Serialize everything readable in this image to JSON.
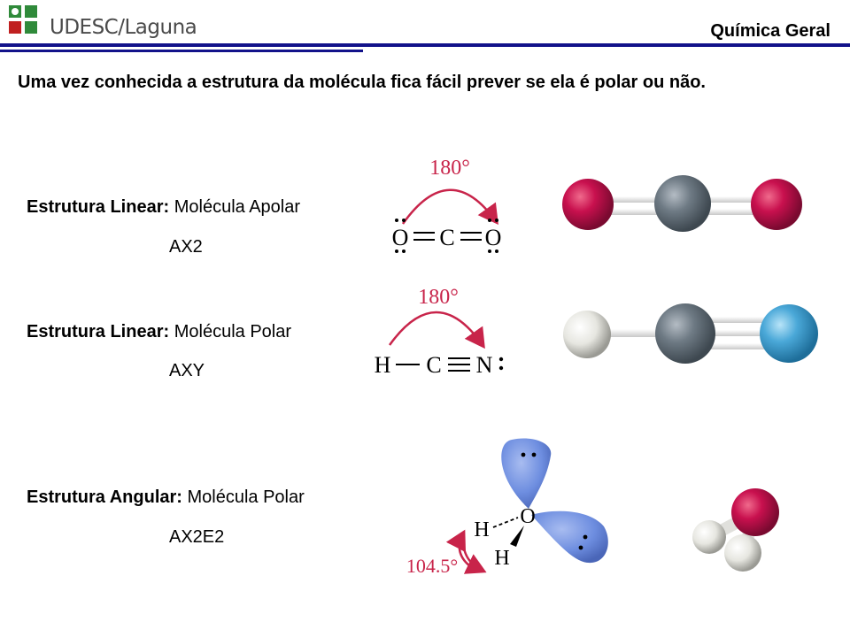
{
  "header": {
    "institution": "UDESC/Laguna",
    "course": "Química Geral"
  },
  "intro_text": "Uma vez conhecida a estrutura da molécula fica fácil prever se ela é polar ou não.",
  "structures": [
    {
      "type_label": "Estrutura Linear:",
      "description": "Molécula Apolar",
      "formula": "AX2",
      "angle": "180°",
      "atoms": [
        "O",
        "C",
        "O"
      ]
    },
    {
      "type_label": "Estrutura Linear:",
      "description": "Molécula Polar",
      "formula": "AXY",
      "angle": "180°",
      "atoms": [
        "H",
        "C",
        "N"
      ]
    },
    {
      "type_label": "Estrutura Angular:",
      "description": "Molécula Polar",
      "formula": "AX2E2",
      "angle": "104.5°",
      "atoms": [
        "O",
        "H",
        "H"
      ]
    }
  ],
  "colors": {
    "header_rule": "#12128a",
    "arrow": "#c8244a",
    "oxygen": "#c8104e",
    "carbon": "#6e7a84",
    "nitrogen": "#4aa8d8",
    "hydrogen": "#e6e6e0",
    "lone_pair_lobe": "#6e8ee0"
  }
}
